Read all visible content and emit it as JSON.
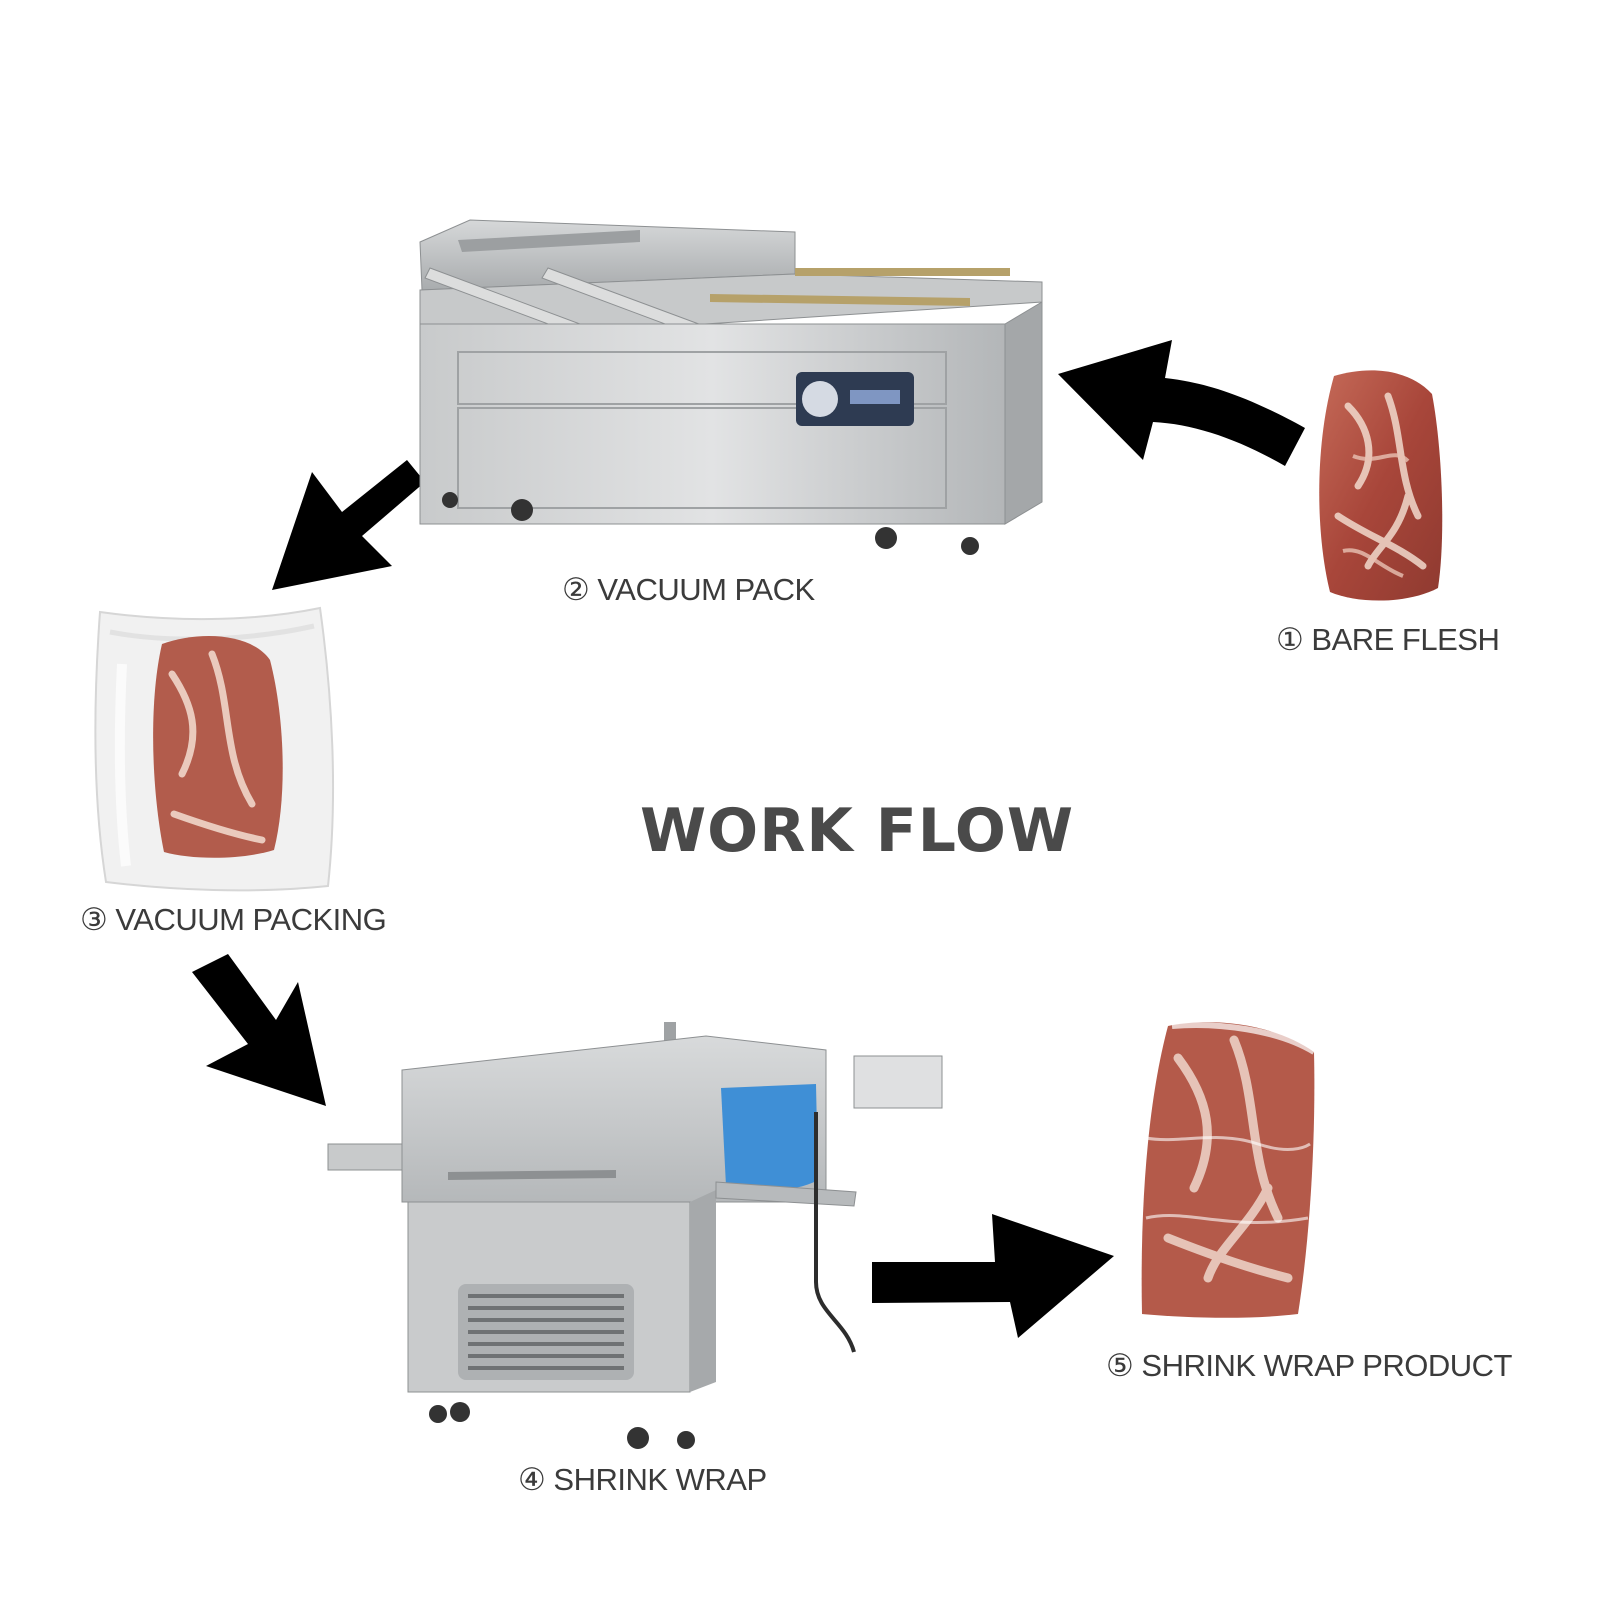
{
  "title": "WORK FLOW",
  "steps": [
    {
      "label": "① BARE FLESH"
    },
    {
      "label": "② VACUUM PACK"
    },
    {
      "label": "③ VACUUM PACKING"
    },
    {
      "label": "④ SHRINK WRAP"
    },
    {
      "label": "⑤ SHRINK WRAP PRODUCT"
    }
  ],
  "colors": {
    "arrow": "#000000",
    "text": "#3b3b3b",
    "title": "#4a4a4a",
    "steel": "#b9bcbe",
    "meat": "#b5513f",
    "curtain": "#3f8fd6"
  }
}
